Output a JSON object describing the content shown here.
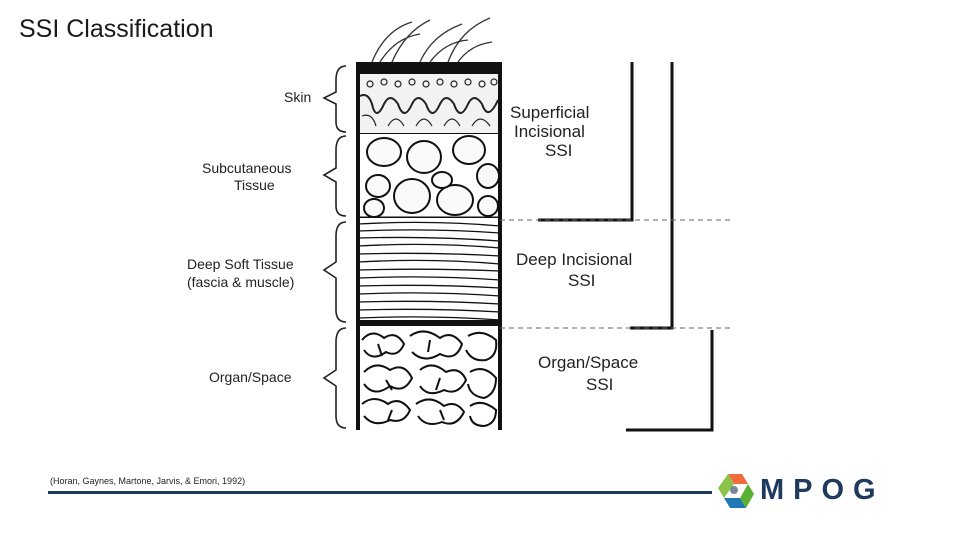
{
  "title": "SSI Classification",
  "tissue_labels": {
    "skin": "Skin",
    "subcutaneous_1": "Subcutaneous",
    "subcutaneous_2": "Tissue",
    "deep_1": "Deep Soft Tissue",
    "deep_2": "(fascia & muscle)",
    "organ": "Organ/Space"
  },
  "classification_labels": {
    "superficial_1": "Superficial",
    "superficial_2": "Incisional",
    "superficial_3": "SSI",
    "deep_1": "Deep Incisional",
    "deep_2": "SSI",
    "organ_1": "Organ/Space",
    "organ_2": "SSI"
  },
  "citation": "(Horan, Gaynes, Martone, Jarvis, & Emori, 1992)",
  "logo": {
    "text": "MPOG",
    "colors": [
      "#f26b3a",
      "#5ab031",
      "#1f77b4",
      "#8bc34a"
    ]
  }
}
